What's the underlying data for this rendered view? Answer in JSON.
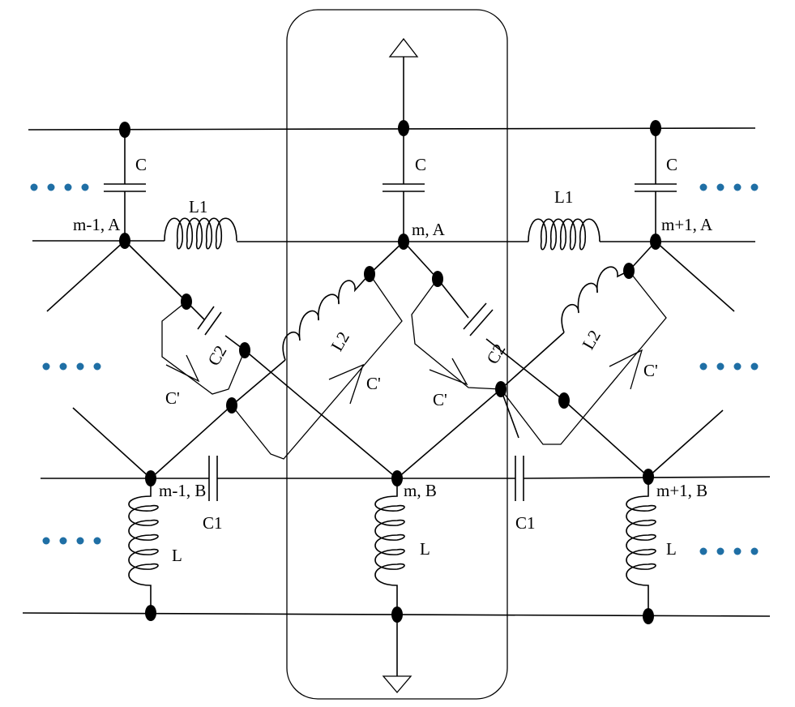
{
  "diagram": {
    "node_labels": {
      "m_minus_1_A": "m-1, A",
      "m_A": "m, A",
      "m_plus_1_A": "m+1, A",
      "m_minus_1_B": "m-1, B",
      "m_B": "m, B",
      "m_plus_1_B": "m+1, B"
    },
    "components": {
      "C": "C",
      "L1": "L1",
      "L2": "L2",
      "C2": "C2",
      "C_prime": "C'",
      "C1": "C1",
      "L": "L"
    },
    "ellipsis": "• • • •",
    "colors": {
      "wire": "#000000",
      "ellipsis_dots": "#1f6fa5"
    }
  }
}
